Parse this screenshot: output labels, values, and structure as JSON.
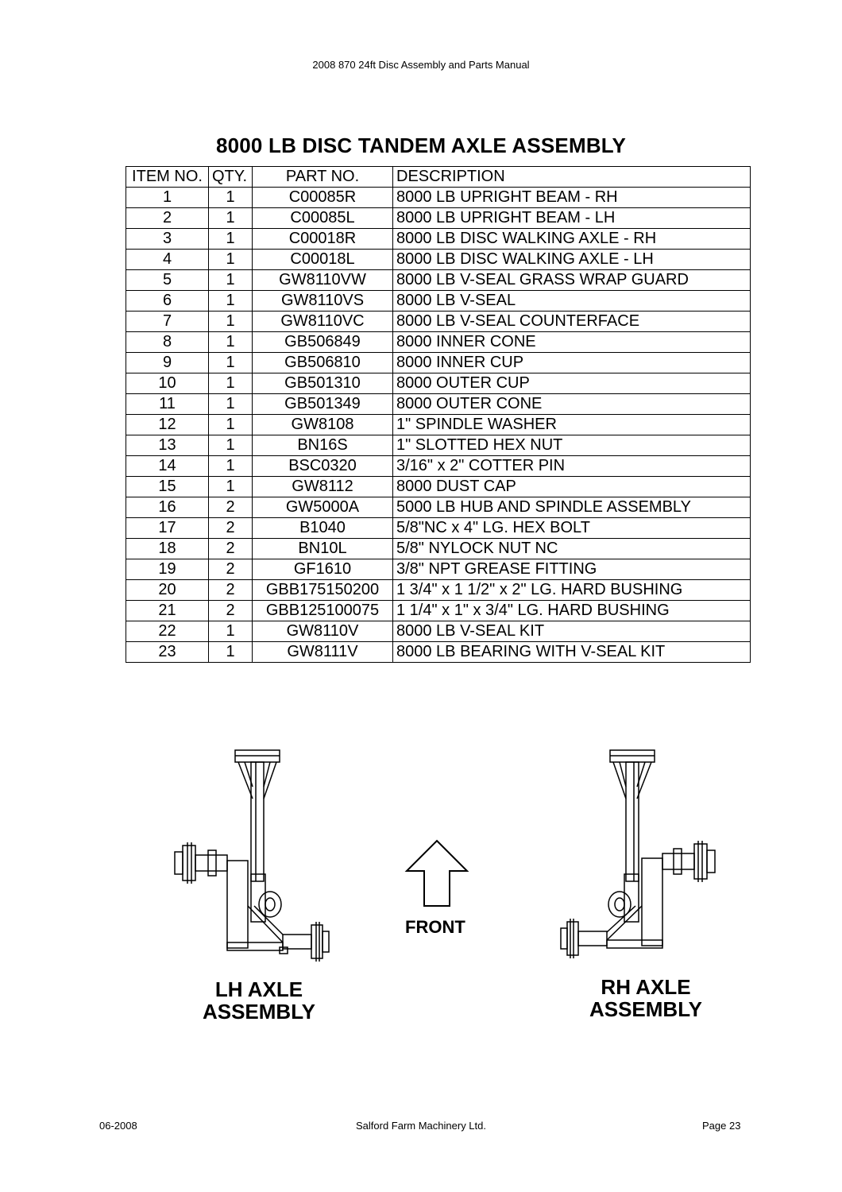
{
  "header": "2008 870 24ft Disc Assembly and Parts Manual",
  "title": "8000 LB DISC TANDEM AXLE ASSEMBLY",
  "table": {
    "columns": [
      "ITEM NO.",
      "QTY.",
      "PART NO.",
      "DESCRIPTION"
    ],
    "rows": [
      [
        "1",
        "1",
        "C00085R",
        "8000 LB UPRIGHT BEAM - RH"
      ],
      [
        "2",
        "1",
        "C00085L",
        "8000 LB UPRIGHT BEAM - LH"
      ],
      [
        "3",
        "1",
        "C00018R",
        "8000 LB DISC WALKING AXLE - RH"
      ],
      [
        "4",
        "1",
        "C00018L",
        "8000 LB DISC WALKING AXLE - LH"
      ],
      [
        "5",
        "1",
        "GW8110VW",
        "8000 LB V-SEAL GRASS WRAP GUARD"
      ],
      [
        "6",
        "1",
        "GW8110VS",
        "8000 LB V-SEAL"
      ],
      [
        "7",
        "1",
        "GW8110VC",
        "8000 LB V-SEAL COUNTERFACE"
      ],
      [
        "8",
        "1",
        "GB506849",
        "8000 INNER CONE"
      ],
      [
        "9",
        "1",
        "GB506810",
        "8000 INNER CUP"
      ],
      [
        "10",
        "1",
        "GB501310",
        "8000 OUTER CUP"
      ],
      [
        "11",
        "1",
        "GB501349",
        "8000 OUTER CONE"
      ],
      [
        "12",
        "1",
        "GW8108",
        "1\" SPINDLE WASHER"
      ],
      [
        "13",
        "1",
        "BN16S",
        "1\" SLOTTED HEX NUT"
      ],
      [
        "14",
        "1",
        "BSC0320",
        "3/16\" x 2\" COTTER PIN"
      ],
      [
        "15",
        "1",
        "GW8112",
        "8000 DUST CAP"
      ],
      [
        "16",
        "2",
        "GW5000A",
        "5000 LB HUB AND SPINDLE ASSEMBLY"
      ],
      [
        "17",
        "2",
        "B1040",
        "5/8\"NC x 4\" LG. HEX BOLT"
      ],
      [
        "18",
        "2",
        "BN10L",
        "5/8\" NYLOCK NUT NC"
      ],
      [
        "19",
        "2",
        "GF1610",
        "3/8\" NPT GREASE FITTING"
      ],
      [
        "20",
        "2",
        "GBB175150200",
        "1 3/4\" x 1 1/2\" x 2\" LG. HARD BUSHING"
      ],
      [
        "21",
        "2",
        "GBB125100075",
        "1 1/4\" x 1\" x 3/4\" LG. HARD BUSHING"
      ],
      [
        "22",
        "1",
        "GW8110V",
        "8000 LB V-SEAL KIT"
      ],
      [
        "23",
        "1",
        "GW8111V",
        "8000 LB BEARING WITH V-SEAL KIT"
      ]
    ]
  },
  "diagram": {
    "lh_label_line1": "LH AXLE",
    "lh_label_line2": "ASSEMBLY",
    "rh_label_line1": "RH AXLE",
    "rh_label_line2": "ASSEMBLY",
    "front_label": "FRONT"
  },
  "footer": {
    "date": "06-2008",
    "company": "Salford Farm Machinery Ltd.",
    "page": "Page 23"
  }
}
